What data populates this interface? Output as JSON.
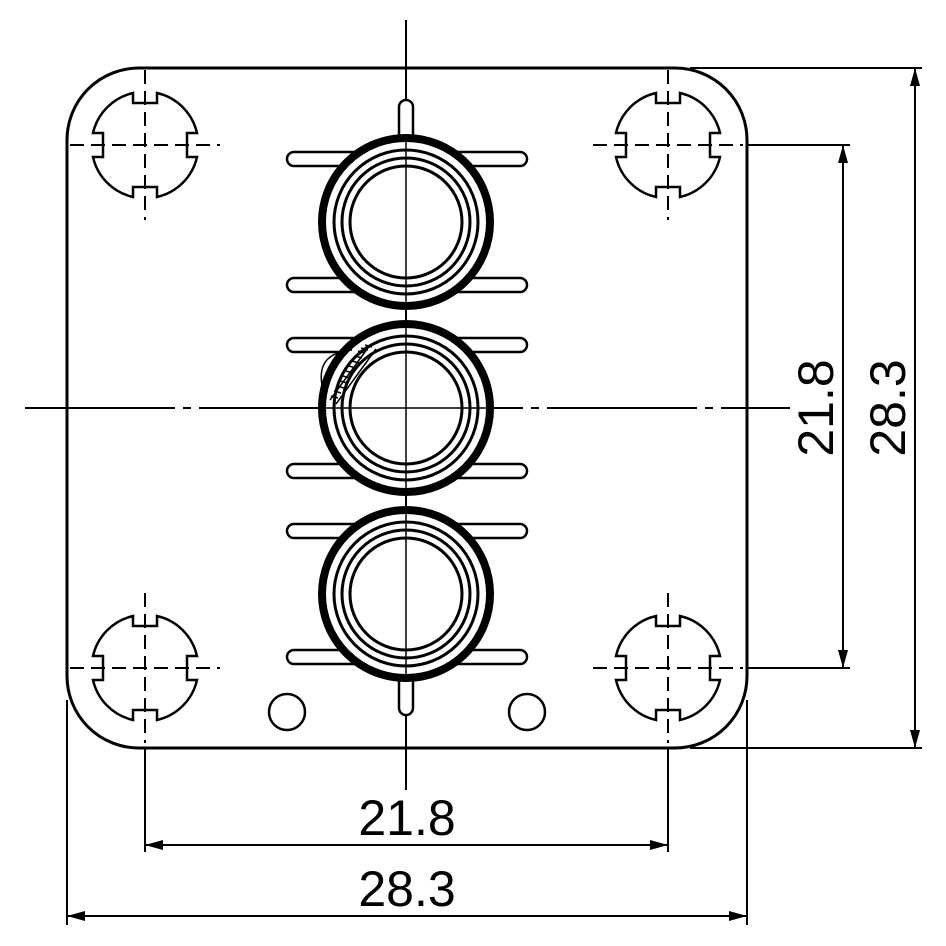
{
  "drawing": {
    "dimensions": {
      "inner_width": "21.8",
      "outer_width": "28.3",
      "inner_height": "21.8",
      "outer_height": "28.3"
    },
    "mounting_holes": 4,
    "connectors": 3,
    "small_holes": 2,
    "colors": {
      "line": "#000000",
      "background": "#ffffff"
    }
  }
}
